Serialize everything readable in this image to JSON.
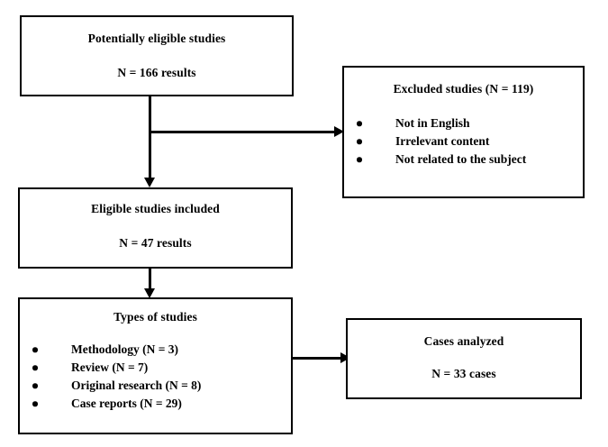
{
  "diagram": {
    "type": "study-selection-flowchart",
    "colors": {
      "border": "#000000",
      "text": "#000000",
      "background": "#ffffff"
    },
    "nodes": {
      "potentially_eligible": {
        "title": "Potentially eligible studies",
        "subtitle": "N = 166 results"
      },
      "excluded": {
        "title": "Excluded studies (N = 119)",
        "items": [
          "Not in English",
          "Irrelevant content",
          "Not related to the subject"
        ]
      },
      "eligible_included": {
        "title": "Eligible studies included",
        "subtitle": "N = 47 results"
      },
      "types_of_studies": {
        "title": "Types of studies",
        "items": [
          "Methodology (N = 3)",
          "Review (N = 7)",
          "Original research (N = 8)",
          "Case reports (N = 29)"
        ]
      },
      "cases_analyzed": {
        "title": "Cases analyzed",
        "subtitle": "N = 33 cases"
      }
    }
  },
  "chart_data": {
    "type": "table",
    "title": "Study selection flow",
    "categories": [
      "Potentially eligible studies",
      "Excluded studies",
      "Eligible studies included",
      "Methodology",
      "Review",
      "Original research",
      "Case reports",
      "Cases analyzed"
    ],
    "values": [
      166,
      119,
      47,
      3,
      7,
      8,
      29,
      33
    ]
  }
}
